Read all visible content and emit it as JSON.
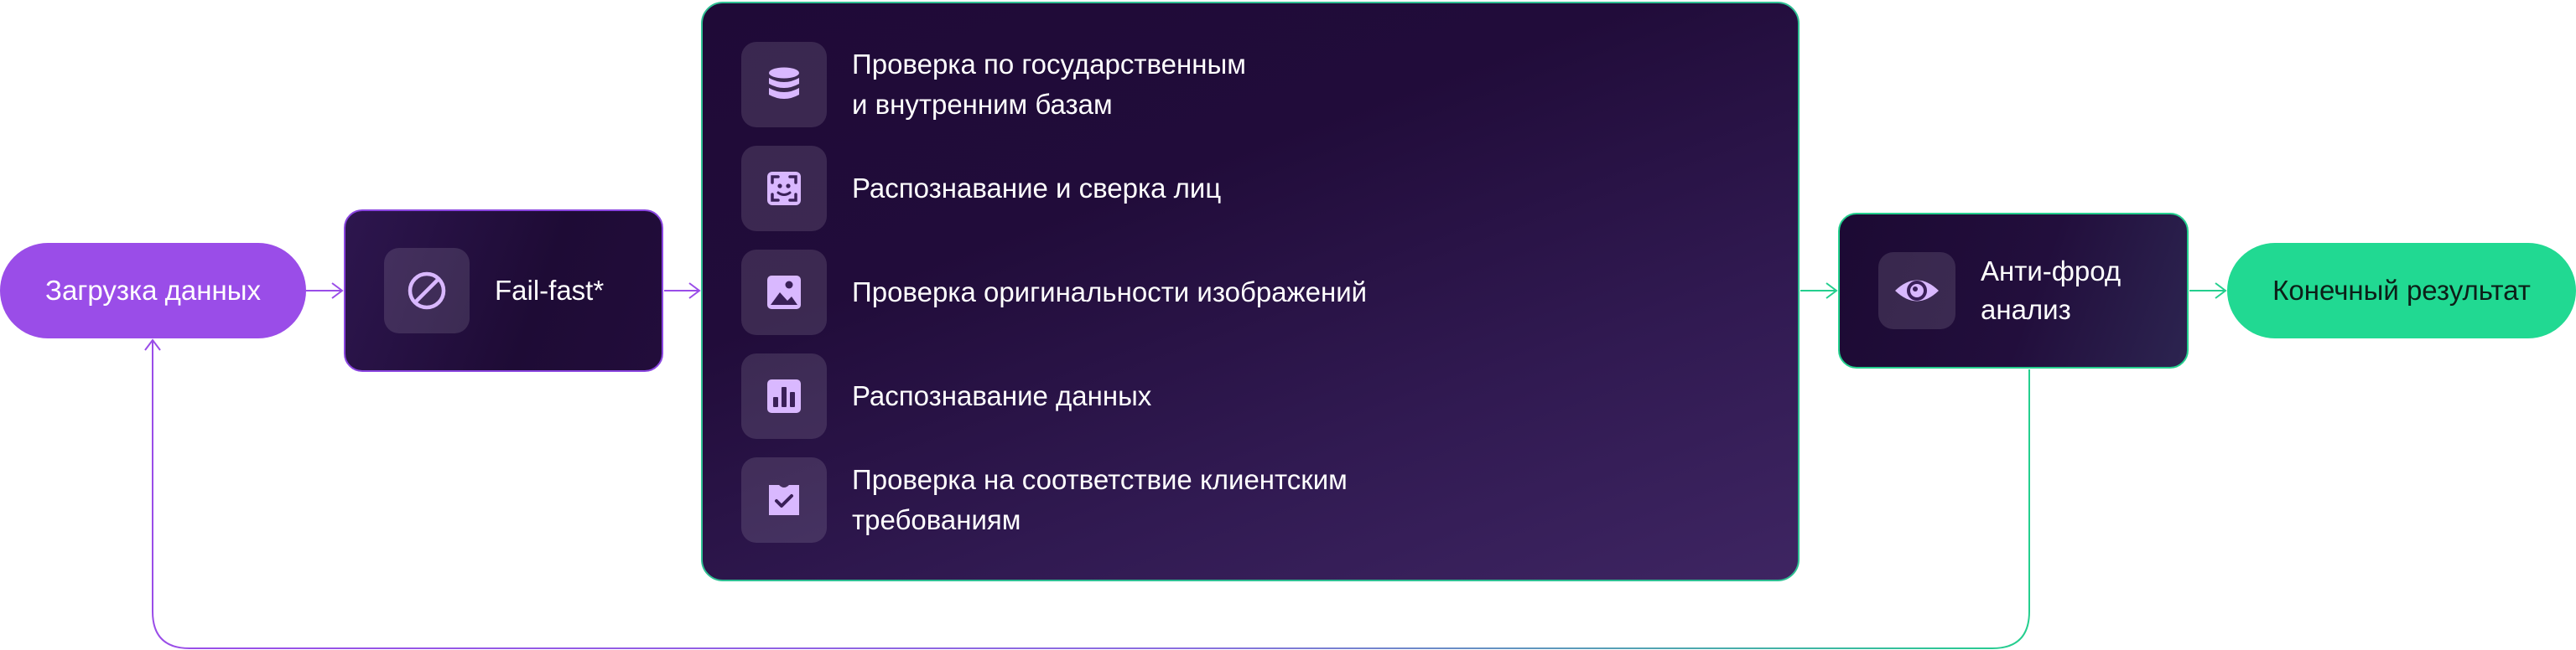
{
  "diagram": {
    "start": {
      "label": "Загрузка данных"
    },
    "failfast": {
      "label": "Fail-fast*",
      "icon": "prohibited-icon"
    },
    "checks": [
      {
        "label": "Проверка по государственным\nи внутренним базам",
        "icon": "database-icon"
      },
      {
        "label": "Распознавание и сверка лиц",
        "icon": "face-scan-icon"
      },
      {
        "label": "Проверка оригинальности изображений",
        "icon": "image-icon"
      },
      {
        "label": "Распознавание данных",
        "icon": "bar-chart-icon"
      },
      {
        "label": "Проверка на соответствие клиентским\nтребованиям",
        "icon": "checklist-icon"
      }
    ],
    "antifraud": {
      "label": "Анти-фрод\nанализ",
      "icon": "eye-icon"
    },
    "end": {
      "label": "Конечный результат"
    }
  },
  "colors": {
    "purple": "#9a4de8",
    "green": "#21d992",
    "card_dark": "#1f0a37",
    "icon_fill": "#d9b8ff"
  }
}
